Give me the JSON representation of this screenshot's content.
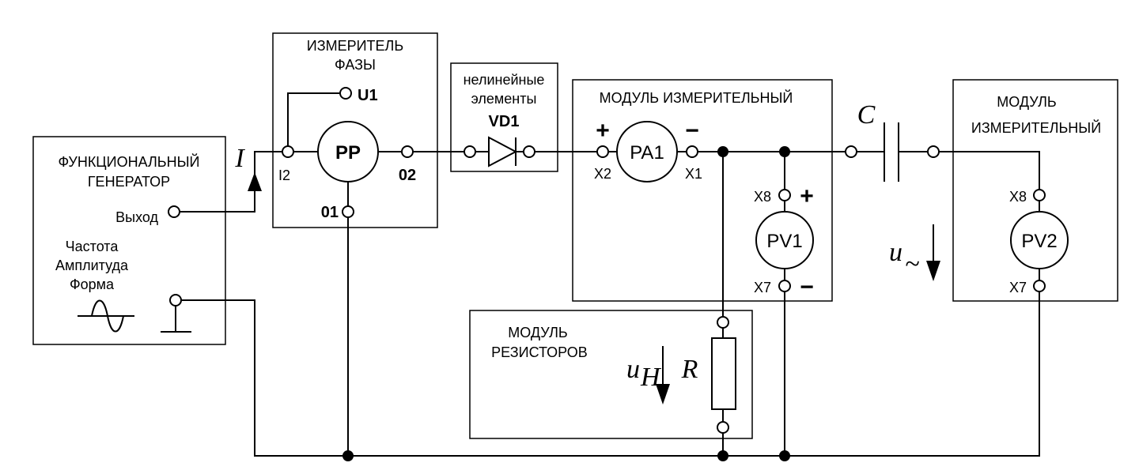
{
  "generator": {
    "title_line1": "ФУНКЦИОНАЛЬНЫЙ",
    "title_line2": "ГЕНЕРАТОР",
    "output_label": "Выход",
    "controls": [
      "Частота",
      "Амплитуда",
      "Форма"
    ]
  },
  "phase_meter": {
    "title_line1": "ИЗМЕРИТЕЛЬ",
    "title_line2": "ФАЗЫ",
    "meter": "PP",
    "u1": "U1",
    "i2": "I2",
    "o1": "01",
    "o2": "02"
  },
  "nonlinear": {
    "title_line1": "нелинейные",
    "title_line2": "элементы",
    "diode": "VD1"
  },
  "module1": {
    "title": "МОДУЛЬ ИЗМЕРИТЕЛЬНЫЙ",
    "ammeter": "PA1",
    "voltmeter": "PV1",
    "x1": "X1",
    "x2": "X2",
    "x7": "X7",
    "x8": "X8",
    "plus": "+",
    "minus": "−"
  },
  "module2": {
    "title_line1": "МОДУЛЬ",
    "title_line2": "ИЗМЕРИТЕЛЬНЫЙ",
    "voltmeter": "PV2",
    "x7": "X7",
    "x8": "X8"
  },
  "resistors": {
    "title_line1": "МОДУЛЬ",
    "title_line2": "РЕЗИСТОРОВ",
    "resistor": "R"
  },
  "symbols": {
    "current": "I",
    "capacitor": "C",
    "u_load": "u",
    "u_load_sub": "H",
    "u_ac": "u",
    "u_ac_sub": "~"
  }
}
